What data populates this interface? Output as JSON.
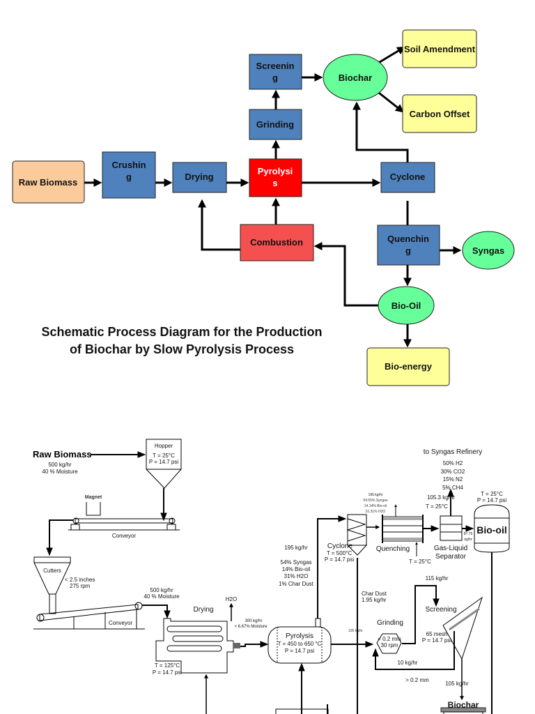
{
  "colors": {
    "blue_box": "#4f81bd",
    "red_box": "#ff0000",
    "combustion": "#f4504f",
    "green_ellipse": "#66ff99",
    "yellow_box": "#ffff99",
    "peach_box": "#fbcb9b"
  },
  "schematic": {
    "title_line1": "Schematic Process Diagram for the Production",
    "title_line2": "of Biochar by Slow Pyrolysis Process",
    "nodes": {
      "raw_biomass": "Raw Biomass",
      "crushing_1": "Crushin",
      "crushing_2": "g",
      "drying": "Drying",
      "pyrolysis_1": "Pyrolysi",
      "pyrolysis_2": "s",
      "grinding": "Grinding",
      "screening_1": "Screenin",
      "screening_2": "g",
      "biochar": "Biochar",
      "soil_amendment": "Soil Amendment",
      "carbon_offset": "Carbon Offset",
      "cyclone": "Cyclone",
      "quenching_1": "Quenchin",
      "quenching_2": "g",
      "syngas": "Syngas",
      "combustion": "Combustion",
      "bio_oil": "Bio-Oil",
      "bio_energy": "Bio-energy"
    }
  },
  "process": {
    "raw_biomass": "Raw Biomass",
    "raw_rate": "500 kg/hr",
    "raw_moisture": "40 % Moisture",
    "hopper": "Hopper",
    "hopper_t": "T = 25°C",
    "hopper_p": "P = 14.7 psi",
    "magnet": "Magnet",
    "conveyor1": "Conveyor",
    "cutters": "Cutters",
    "cutters_size": "< 2.5 inches",
    "cutters_rpm": "275 rpm",
    "conveyor2": "Conveyor",
    "dryer_in_rate": "500 kg/hr",
    "dryer_in_moisture": "40 % Moisture",
    "drying": "Drying",
    "h2o": "H2O",
    "dryer_t": "T = 125°C",
    "dryer_p": "P = 14.7 psi",
    "dryer_out_rate": "300 kg/hr",
    "dryer_out_moisture": "< 6.67% Moisture",
    "pyrolysis": "Pyrolysis",
    "pyrolysis_t": "T = 450 to 650 °C",
    "pyrolysis_p": "P = 14.7 psi",
    "pyro_out": "105 kg/hr",
    "gas_rate": "195 kg/hr",
    "gas_syngas": "54% Syngas",
    "gas_biooil": "14% Bio-oil",
    "gas_h2o": "31% H2O",
    "gas_char": "1% Char Dust",
    "cyclone": "Cyclone",
    "cyclone_t": "T = 500°C",
    "cyclone_p": "P = 14.7 psi",
    "char_dust": "Char Dust",
    "char_dust_rate": "1.95 kg/hr",
    "quench_in_rate": "195 kg/hr",
    "quench_in_syngas": "54.55% Syngas",
    "quench_in_biooil": "14.14% Bio-oil",
    "quench_in_h2o": "31.31% H2O",
    "quenching": "Quenching",
    "quench_t": "T = 25°C",
    "syngas_refinery": "to Syngas Refinery",
    "syn_h2": "50% H2",
    "syn_co2": "30% CO2",
    "syn_n2": "15% N2",
    "syn_ch4": "5% CH4",
    "sep_rate": "105.3 kg/hr",
    "sep_t": "T = 25°C",
    "separator_1": "Gas-Liquid",
    "separator_2": "Separator",
    "oil_rate_1": "87.75",
    "oil_rate_2": "kg/hr",
    "biooil_t": "T = 25°C",
    "biooil_p": "P = 14.7 psi",
    "biooil": "Bio-oil",
    "screen_in": "115 kg/hr",
    "grinding": "Grinding",
    "grind_size": "< 0.2 mm",
    "grind_rpm": "30 rpm",
    "screening": "Screening",
    "mesh": "65 mesh",
    "screen_p": "P = 14.7 psi",
    "recycle": "10 kg/hr",
    "oversize": "> 0.2 mm",
    "biochar_rate": "105 kg/hr",
    "biochar": "Biochar"
  }
}
